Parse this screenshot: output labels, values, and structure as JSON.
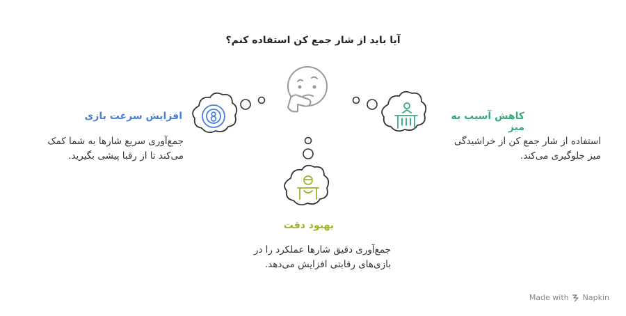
{
  "title": "آیا باید از شار جمع کن استفاده کنم؟",
  "options": [
    {
      "heading": "کاهش آسیب به میز",
      "description_lines": [
        "استفاده از شار جمع کن از خراشیدگی",
        "میز جلوگیری می‌کند."
      ],
      "color": "#3aa979",
      "icon": "table-person-icon"
    },
    {
      "heading": "افزایش سرعت بازی",
      "description_lines": [
        "جمع‌آوری سریع شارها به شما کمک",
        "می‌کند تا از رقبا پیشی بگیرید."
      ],
      "color": "#4a7fd6",
      "icon": "billiard-ball-icon"
    },
    {
      "heading": "بهبود دقت",
      "description_lines": [
        "جمع‌آوری دقیق شارها عملکرد را در",
        "بازی‌های رقابتی افزایش می‌دهد."
      ],
      "color": "#97b52a",
      "icon": "desk-worker-icon"
    }
  ],
  "center_icon": "thinking-face-icon",
  "footer": {
    "made_with": "Made with",
    "brand": "Napkin"
  }
}
